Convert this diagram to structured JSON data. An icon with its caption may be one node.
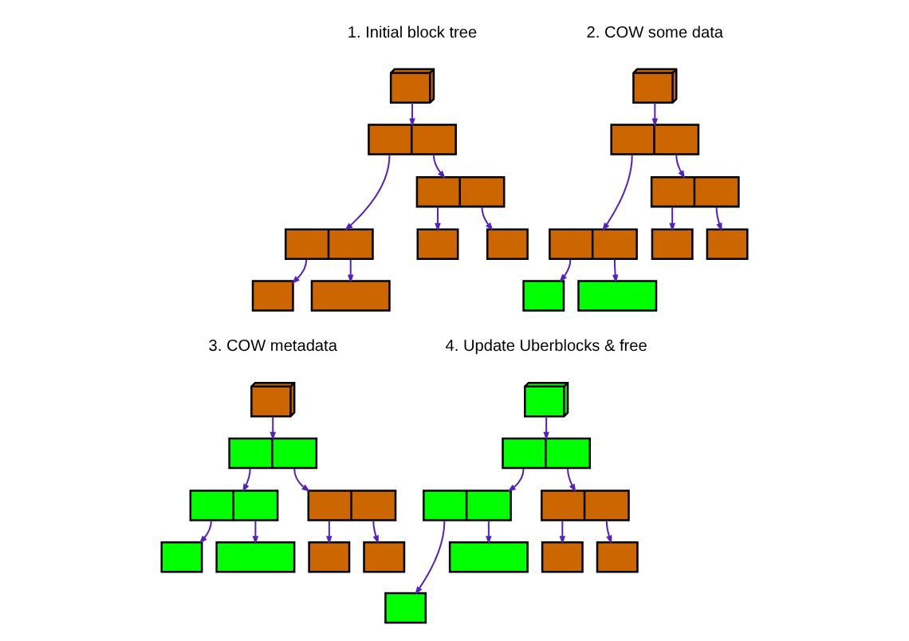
{
  "diagram": {
    "nodes": [
      {
        "text": [],
        "shape": "box"
      },
      {
        "text": [],
        "shape": "box"
      },
      {
        "text": [],
        "shape": "box"
      },
      {
        "text": [],
        "shape": "box"
      },
      {
        "text": [],
        "shape": "box"
      },
      {
        "text": [],
        "shape": "box"
      },
      {
        "text": [],
        "shape": "box"
      },
      {
        "text": [],
        "shape": "box"
      },
      {
        "text": [],
        "shape": "box"
      },
      {
        "text": [],
        "shape": "box"
      },
      {
        "text": [],
        "shape": "box"
      },
      {
        "text": [],
        "shape": "box"
      },
      {
        "text": [],
        "shape": "box"
      },
      {
        "text": [],
        "shape": "box"
      },
      {
        "text": [],
        "shape": "box"
      },
      {
        "text": [],
        "shape": "box"
      },
      {
        "text": [],
        "shape": "box"
      },
      {
        "text": [],
        "shape": "box"
      },
      {
        "text": [],
        "shape": "box"
      },
      {
        "text": [],
        "shape": "box"
      },
      {
        "text": [],
        "shape": "box"
      },
      {
        "text": [],
        "shape": "box"
      },
      {
        "text": [],
        "shape": "box"
      },
      {
        "text": [],
        "shape": "box"
      },
      {
        "text": [],
        "shape": "box"
      },
      {
        "text": [],
        "shape": "box"
      },
      {
        "text": [],
        "shape": "box"
      },
      {
        "text": [],
        "shape": "box"
      },
      {
        "text": [],
        "shape": "box"
      },
      {
        "text": [],
        "shape": "box"
      },
      {
        "text": [],
        "shape": "box"
      },
      {
        "text": [],
        "shape": "box"
      }
    ],
    "edges": [
      {
        "from": 0,
        "to": 1,
        "arrow": "to"
      },
      {
        "from": 1,
        "to": 2,
        "arrow": "to"
      },
      {
        "from": 1,
        "to": 3,
        "arrow": "to"
      },
      {
        "from": 2,
        "to": 4,
        "arrow": "to"
      },
      {
        "from": 2,
        "to": 5,
        "arrow": "to"
      },
      {
        "from": 3,
        "to": 6,
        "arrow": "to"
      },
      {
        "from": 3,
        "to": 7,
        "arrow": "to"
      },
      {
        "from": 8,
        "to": 9,
        "arrow": "to"
      },
      {
        "from": 9,
        "to": 10,
        "arrow": "to"
      },
      {
        "from": 9,
        "to": 11,
        "arrow": "to"
      },
      {
        "from": 10,
        "to": 12,
        "arrow": "to"
      },
      {
        "from": 10,
        "to": 13,
        "arrow": "to"
      },
      {
        "from": 11,
        "to": 14,
        "arrow": "to"
      },
      {
        "from": 11,
        "to": 15,
        "arrow": "to"
      },
      {
        "from": 16,
        "to": 17,
        "arrow": "to"
      },
      {
        "from": 17,
        "to": 18,
        "arrow": "to"
      },
      {
        "from": 17,
        "to": 19,
        "arrow": "to"
      },
      {
        "from": 18,
        "to": 20,
        "arrow": "to"
      },
      {
        "from": 18,
        "to": 21,
        "arrow": "to"
      },
      {
        "from": 19,
        "to": 22,
        "arrow": "to"
      },
      {
        "from": 19,
        "to": 23,
        "arrow": "to"
      },
      {
        "from": 24,
        "to": 25,
        "arrow": "to"
      },
      {
        "from": 25,
        "to": 26,
        "arrow": "to"
      },
      {
        "from": 25,
        "to": 27,
        "arrow": "to"
      },
      {
        "from": 26,
        "to": 28,
        "arrow": "to"
      },
      {
        "from": 26,
        "to": 29,
        "arrow": "to"
      },
      {
        "from": 27,
        "to": 30,
        "arrow": "to"
      },
      {
        "from": 27,
        "to": 31,
        "arrow": "to"
      }
    ],
    "labels": [
      "1. Initial block tree",
      "2. COW some data",
      "3. COW metadata",
      "4. Update Uberblocks & free"
    ]
  }
}
